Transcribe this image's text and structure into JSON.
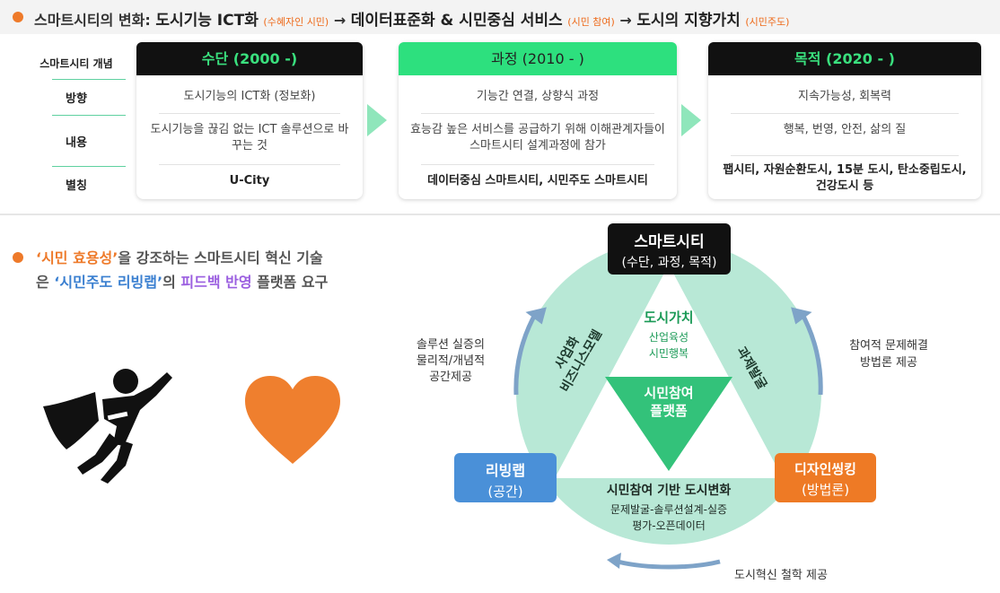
{
  "header": {
    "lead": "스마트시티의 변화:",
    "stage1": "도시기능 ICT화",
    "stage1_note": "(수혜자인 시민)",
    "arrow": "→",
    "stage2": "데이터표준화 & 시민중심 서비스",
    "stage2_note": "(시민 참여)",
    "stage3": "도시의 지향가치",
    "stage3_note": "(시민주도)"
  },
  "table": {
    "concept_label": "스마트시티 개념",
    "rows": [
      "방향",
      "내용",
      "별칭"
    ],
    "cards": [
      {
        "title": "수단 (2000 -)",
        "direction": "도시기능의 ICT화 (정보화)",
        "content": "도시기능을 끊김 없는 ICT 솔루션으로 바꾸는 것",
        "alias": "U-City"
      },
      {
        "title": "과정 (2010 - )",
        "direction": "기능간 연결, 상향식 과정",
        "content": "효능감 높은 서비스를 공급하기 위해 이해관계자들이 스마트시티 설계과정에 참가",
        "alias": "데이터중심 스마트시티, 시민주도 스마트시티"
      },
      {
        "title": "목적 (2020 - )",
        "direction": "지속가능성, 회복력",
        "content": "행복, 번영, 안전, 삶의 질",
        "alias": "팹시티, 자원순환도시, 15분 도시, 탄소중립도시, 건강도시 등"
      }
    ]
  },
  "statement": {
    "p1": "‘시민 효용성’",
    "p2": "을 강조하는 스마트시티 혁신 기술",
    "p3": "은 ",
    "p4": "‘시민주도 리빙랩’",
    "p5": "의 ",
    "p6": "피드백 반영",
    "p7": " 플랫폼 요구"
  },
  "diagram": {
    "top_title": "스마트시티",
    "top_sub": "(수단, 과정, 목적)",
    "left_title": "리빙랩",
    "left_sub": "(공간)",
    "right_title": "디자인씽킹",
    "right_sub": "(방법론)",
    "value_title": "도시가치",
    "value_l1": "산업육성",
    "value_l2": "시민행복",
    "center_l1": "시민참여",
    "center_l2": "플랫폼",
    "left_edge_l1": "사업화",
    "left_edge_l2": "비즈니스모델",
    "right_edge": "과제발굴",
    "bottom_title": "시민참여 기반 도시변화",
    "bottom_l1": "문제발굴-솔루션설계-실증",
    "bottom_l2": "평가-오픈데이터",
    "left_note_l1": "솔루션 실증의",
    "left_note_l2": "물리적/개념적",
    "left_note_l3": "공간제공",
    "right_note_l1": "참여적 문제해결",
    "right_note_l2": "방법론 제공",
    "bottom_note": "도시혁신 철학 제공"
  },
  "colors": {
    "accent_orange": "#ee7a2a",
    "green_head": "#2de07e",
    "blue_box": "#4a90d8",
    "orange_box": "#ee7a25",
    "circle_fill": "#b8e8d6",
    "triangle_green": "#33c27a",
    "arrow_blue": "#7ea3c8"
  },
  "icons": [
    "bullet-icon",
    "superhero-icon",
    "heart-icon",
    "chevron-right-icon",
    "curved-arrow-icon"
  ]
}
